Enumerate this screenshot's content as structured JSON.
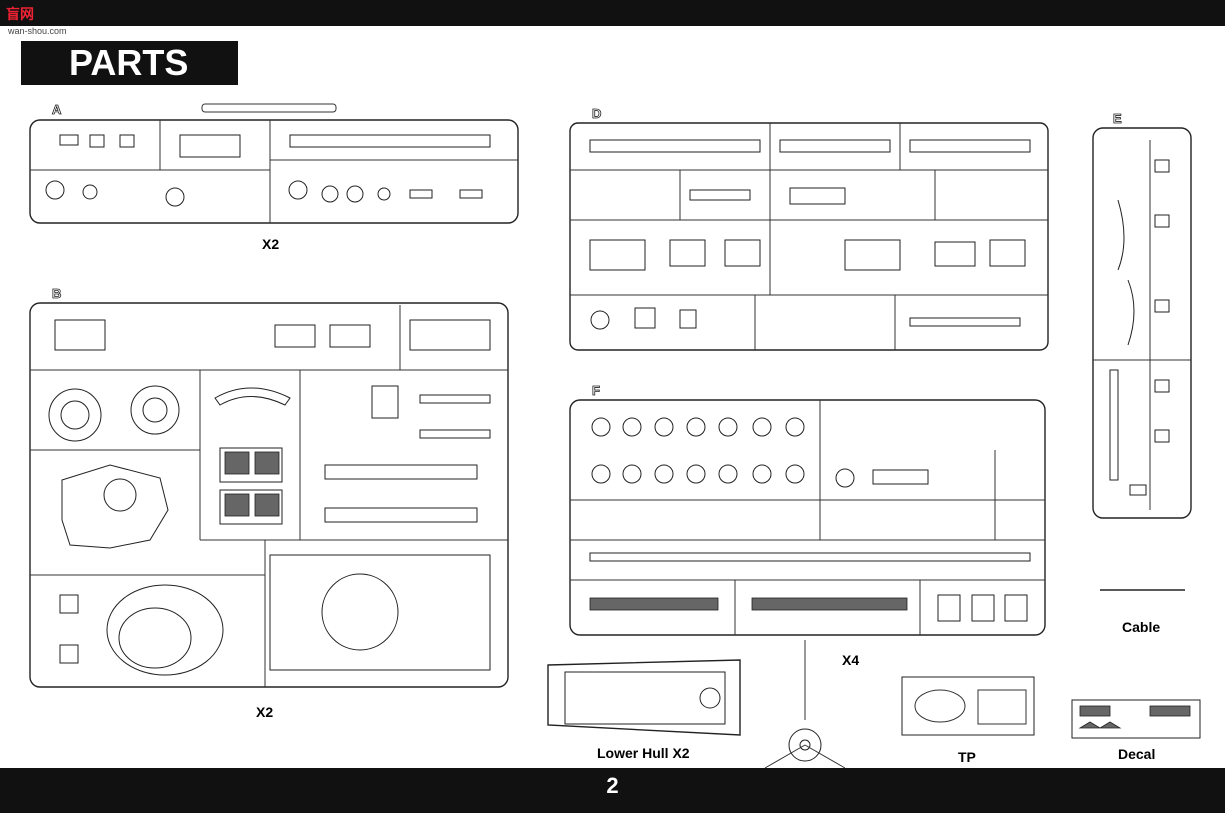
{
  "header": {
    "logo_text": "盲网",
    "logo_sub": "wan-shou.com"
  },
  "title": "PARTS",
  "page_number": "2",
  "sprues": {
    "a": {
      "letter": "A",
      "qty": "X2"
    },
    "b": {
      "letter": "B",
      "qty": "X2"
    },
    "d": {
      "letter": "D"
    },
    "e": {
      "letter": "E"
    },
    "f": {
      "letter": "F",
      "qty": "X4"
    }
  },
  "lower_hull": "Lower Hull  X2",
  "cable": "Cable",
  "tp": "TP",
  "decal": "Decal"
}
